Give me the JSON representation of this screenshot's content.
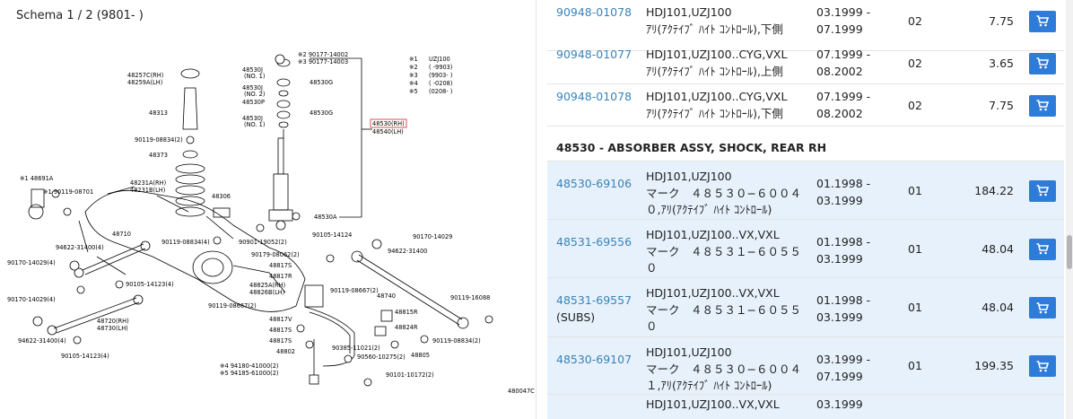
{
  "schema": {
    "title": "Schema 1 / 2 (9801- )"
  },
  "diagram": {
    "code": "480047C",
    "notes": [
      {
        "mark": "※1",
        "text": "UZJ100"
      },
      {
        "mark": "※2",
        "text": "(          -9903)"
      },
      {
        "mark": "※3",
        "text": "(9903-          )"
      },
      {
        "mark": "※4",
        "text": "(          -0208)"
      },
      {
        "mark": "※5",
        "text": "(0208-          )"
      }
    ],
    "labels": {
      "l_48257c": "48257C(RH)",
      "l_48259a": "48259A(LH)",
      "l_48313": "48313",
      "l_90119_08834_2a": "90119-08834(2)",
      "l_48373": "48373",
      "l_48231a": "48231A(RH)",
      "l_48231b": "48231B(LH)",
      "l_48306": "48306",
      "l_48691a": "※1 48691A",
      "l_90119_08701": "※1 90119-08701",
      "l_48710": "48710",
      "l_94622_31400_4": "94622-31400(4)",
      "l_90170_14029_4a": "90170-14029(4)",
      "l_90105_14123_4a": "90105-14123(4)",
      "l_90170_14029_4b": "90170-14029(4)",
      "l_48720": "48720(RH)",
      "l_48730": "48730(LH)",
      "l_94622_31400_4b": "94622-31400(4)",
      "l_90105_14123_4b": "90105-14123(4)",
      "l_90119_08834_4": "90119-08834(4)",
      "l_90901_19052": "90901-19052(2)",
      "l_90179_08062": "90179-08062(2)",
      "l_48817s_a": "48817S",
      "l_48817r": "48817R",
      "l_48825a": "48825A(RH)",
      "l_48826b": "48826B(LH)",
      "l_90119_08667_2a": "90119-08667(2)",
      "l_48817v": "48817V",
      "l_48817s_b": "48817S",
      "l_48817s_c": "48817S",
      "l_48802": "48802",
      "l_94180": "※4 94180-41000(2)",
      "l_94185": "※5 94185-61000(2)",
      "l_48530j_1": "48530J",
      "l_no1_a": "(NO. 1)",
      "l_48530j_2": "48530J",
      "l_no2": "(NO. 2)",
      "l_48530p": "48530P",
      "l_48530j_3": "48530J",
      "l_no1_b": "(NO. 1)",
      "l_48530g_1": "48530G",
      "l_48530g_2": "48530G",
      "l_90177": "※2 90177-14002",
      "l_90177b": "※3 90177-14003",
      "l_48530rh": "48530(RH)",
      "l_48540lh": "48540(LH)",
      "l_48530a": "48530A",
      "l_90105_14124": "90105-14124",
      "l_90170_14029": "90170-14029",
      "l_94622_31400": "94622-31400",
      "l_90119_08667_2b": "90119-08667(2)",
      "l_48740": "48740",
      "l_90119_16088": "90119-16088",
      "l_48815r": "48815R",
      "l_48824r": "48824R",
      "l_90119_08834_2b": "90119-08834(2)",
      "l_90385_11021": "90385-11021(2)",
      "l_90560_10275": "90560-10275(2)",
      "l_48805": "48805",
      "l_90101_10172": "90101-10172(2)"
    }
  },
  "parts": {
    "top_rows": [
      {
        "part_no": "90948-01078",
        "desc": [
          "HDJ101,UZJ100",
          "ｱﾘ(ｱｸﾃｲﾌﾞ ﾊｲﾄ ｺﾝﾄﾛｰﾙ),下側"
        ],
        "dates": [
          "03.1999 -",
          "07.1999"
        ],
        "qty": "02",
        "price": "7.75"
      },
      {
        "part_no": "90948-01077",
        "desc": [
          "HDJ101,UZJ100..CYG,VXL",
          "ｱﾘ(ｱｸﾃｲﾌﾞ ﾊｲﾄ ｺﾝﾄﾛｰﾙ),上側"
        ],
        "dates": [
          "07.1999 -",
          "08.2002"
        ],
        "qty": "02",
        "price": "3.65"
      },
      {
        "part_no": "90948-01078",
        "desc": [
          "HDJ101,UZJ100..CYG,VXL",
          "ｱﾘ(ｱｸﾃｲﾌﾞ ﾊｲﾄ ｺﾝﾄﾛｰﾙ),下側"
        ],
        "dates": [
          "07.1999 -",
          "08.2002"
        ],
        "qty": "02",
        "price": "7.75"
      }
    ],
    "section_title": "48530 - ABSORBER ASSY, SHOCK, REAR RH",
    "section_rows": [
      {
        "part_no": "48530-69106",
        "sub": "",
        "desc": [
          "HDJ101,UZJ100",
          "マーク　４８５３０−６００４",
          "０,ｱﾘ(ｱｸﾃｲﾌﾞ ﾊｲﾄ ｺﾝﾄﾛｰﾙ)"
        ],
        "dates": [
          "01.1998 -",
          "03.1999"
        ],
        "qty": "01",
        "price": "184.22"
      },
      {
        "part_no": "48531-69556",
        "sub": "",
        "desc": [
          "HDJ101,UZJ100..VX,VXL",
          "マーク　４８５３１−６０５５",
          "０"
        ],
        "dates": [
          "01.1998 -",
          "03.1999"
        ],
        "qty": "01",
        "price": "48.04"
      },
      {
        "part_no": "48531-69557",
        "sub": "(SUBS)",
        "desc": [
          "HDJ101,UZJ100..VX,VXL",
          "マーク　４８５３１−６０５５",
          "０"
        ],
        "dates": [
          "01.1998 -",
          "03.1999"
        ],
        "qty": "01",
        "price": "48.04"
      },
      {
        "part_no": "48530-69107",
        "sub": "",
        "desc": [
          "HDJ101,UZJ100",
          "マーク　４８５３０−６００４",
          "１,ｱﾘ(ｱｸﾃｲﾌﾞ ﾊｲﾄ ｺﾝﾄﾛｰﾙ)"
        ],
        "dates": [
          "03.1999 -",
          "07.1999"
        ],
        "qty": "01",
        "price": "199.35"
      },
      {
        "part_no": "",
        "sub": "",
        "desc": [
          "HDJ101,UZJ100..VX,VXL"
        ],
        "dates": [
          "03.1999"
        ],
        "qty": "",
        "price": ""
      }
    ]
  },
  "icons": {
    "cart": "cart-icon"
  },
  "colors": {
    "link": "#3a83b8",
    "cart_button": "#2f7bd9",
    "row_highlight": "#e6f1fb",
    "hotspot": "#d9534f"
  }
}
